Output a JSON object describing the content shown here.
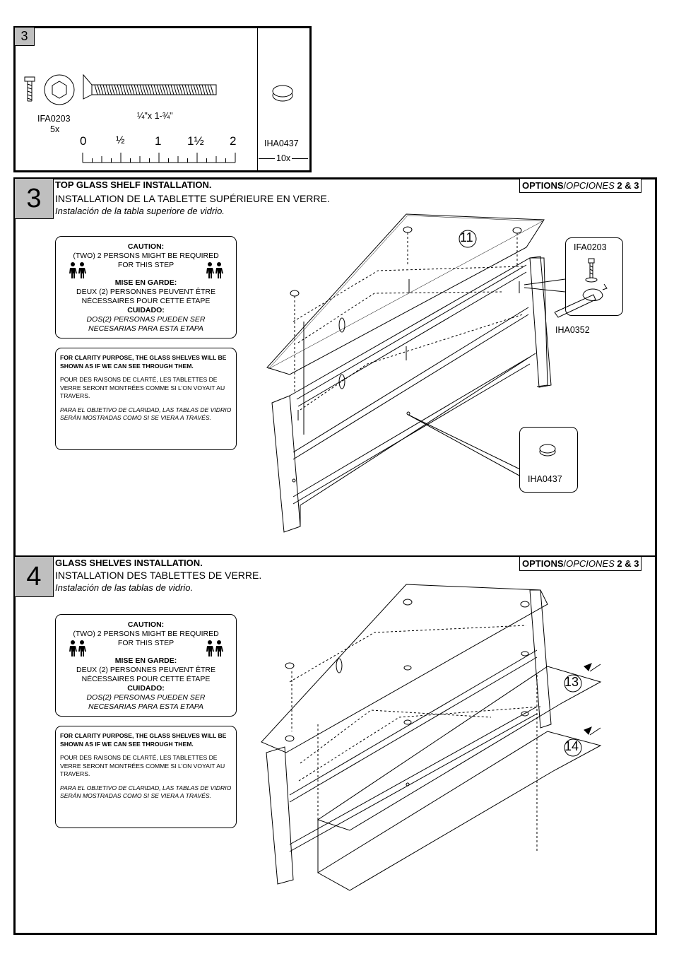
{
  "hardware": {
    "section_number": "3",
    "screw_code": "IFA0203",
    "screw_qty": "5x",
    "screw_size": "¼\"x 1-¾\"",
    "bumper_code": "IHA0437",
    "bumper_qty": "10x",
    "ruler_labels": [
      "0",
      "½",
      "1",
      "1½",
      "2"
    ]
  },
  "step3": {
    "number": "3",
    "title_en": "TOP GLASS SHELF INSTALLATION.",
    "title_fr": "INSTALLATION DE LA TABLETTE SUPÉRIEURE EN VERRE.",
    "title_es": "Instalación de la tabla superiore de vidrio.",
    "options_label": "OPTIONS",
    "options_es": "OPCIONES",
    "options_values": "2 & 3",
    "part_callout": "11",
    "screw_callout": "IFA0203",
    "key_callout": "IHA0352",
    "bumper_callout": "IHA0437"
  },
  "step4": {
    "number": "4",
    "title_en": "GLASS SHELVES INSTALLATION.",
    "title_fr": "INSTALLATION DES TABLETTES DE VERRE.",
    "title_es": "Instalación de las tablas de vidrio.",
    "options_label": "OPTIONS",
    "options_es": "OPCIONES",
    "options_values": "2 & 3",
    "part_callout_a": "13",
    "part_callout_b": "14"
  },
  "caution": {
    "heading_en": "CAUTION:",
    "text_en_1": "(TWO) 2 PERSONS MIGHT BE REQUIRED",
    "text_en_2": "FOR THIS STEP",
    "heading_fr": "MISE EN GARDE:",
    "text_fr_1": "DEUX (2) PERSONNES PEUVENT ÊTRE",
    "text_fr_2": "NÉCESSAIRES POUR CETTE ÉTAPE",
    "heading_es": "CUIDADO:",
    "text_es_1": "DOS(2) PERSONAS PUEDEN SER",
    "text_es_2": "NECESARIAS PARA ESTA ETAPA"
  },
  "clarity": {
    "en": "FOR CLARITY PURPOSE, THE GLASS SHELVES WILL BE SHOWN AS IF WE CAN SEE THROUGH THEM.",
    "fr": "POUR DES RAISONS DE CLARTÉ, LES TABLETTES DE VERRE SERONT MONTRÉES COMME SI L'ON VOYAIT AU TRAVERS.",
    "es": "PARA EL OBJETIVO DE CLARIDAD, LAS TABLAS DE VIDRIO SERÁN MOSTRADAS COMO SI SE VIERA A TRAVÉS."
  }
}
